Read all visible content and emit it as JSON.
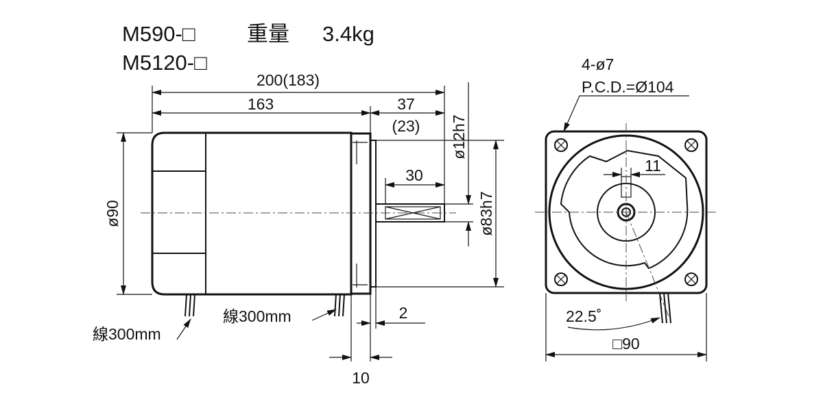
{
  "header": {
    "model_1": "M590-□",
    "model_2": "M5120-□",
    "weight_label": "重量",
    "weight_value": "3.4kg"
  },
  "side_view": {
    "overall_length": "200(183)",
    "body_length": "163",
    "shaft_extension": "37",
    "shaft_extension_alt": "(23)",
    "key_length": "30",
    "shaft_diameter": "ø12h7",
    "pilot_diameter": "ø83h7",
    "body_diameter": "ø90",
    "lead_wire_front": "線300mm",
    "lead_wire_rear": "線300mm",
    "flange_thickness": "2",
    "flange_offset": "10"
  },
  "front_view": {
    "holes": "4-ø7",
    "pcd": "P.C.D.=Ø104",
    "key_width": "11",
    "angle": "22.5˚",
    "square_size": "□90"
  }
}
